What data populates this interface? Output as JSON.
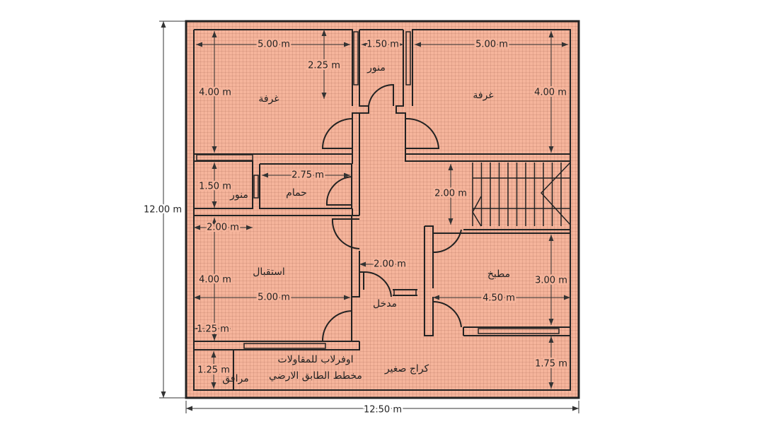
{
  "dimensions": {
    "tl_width": "5.00 m",
    "munawar_top_width": "1.50 m",
    "tr_width": "5.00 m",
    "tl_partial_height": "2.25 m",
    "tl_height": "4.00 m",
    "tr_height": "4.00 m",
    "munawar_left_height": "1.50 m",
    "bath_width": "2.75 m",
    "stair_height": "2.00 m",
    "munawar_left_width": "2.00 m",
    "reception_height": "4.00 m",
    "reception_width": "5.00 m",
    "entrance_width": "2.00 m",
    "kitchen_width": "4.50 m",
    "kitchen_height": "3.00 m",
    "utility_width": "1.25 m",
    "utility_height": "1.25 m",
    "garage_height": "1.75 m",
    "total_height": "12.00 m",
    "total_width": "12.50 m"
  },
  "rooms": {
    "bedroom_left": "غرفة",
    "munawar_top": "منور",
    "bedroom_right": "غرفة",
    "munawar_left": "منور",
    "bathroom": "حمام",
    "reception": "استقبال",
    "kitchen": "مطبخ",
    "entrance": "مدخل",
    "garage": "كراج صغير",
    "utilities": "مرافق"
  },
  "caption": {
    "line1": "اوفرلاب للمقاولات",
    "line2": "مخطط الطابق الارضي"
  },
  "colors": {
    "fill": "#f5b49b",
    "wall": "#222222"
  }
}
